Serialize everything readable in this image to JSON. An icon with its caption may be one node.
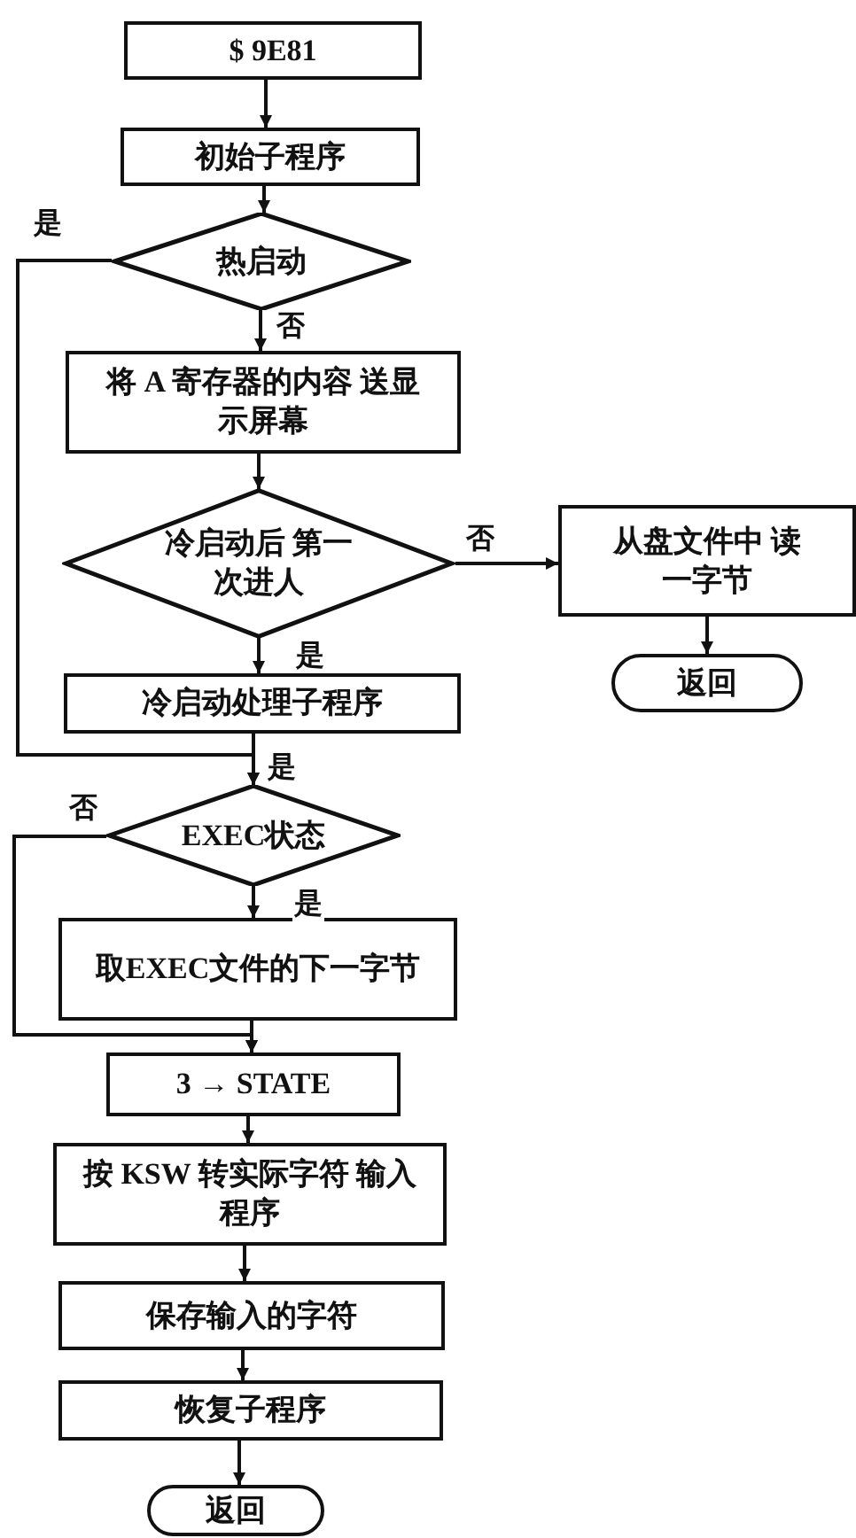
{
  "diagram": {
    "nodes": [
      {
        "text": [
          "$ 9E81"
        ]
      },
      {
        "text": [
          "初始子程序"
        ]
      },
      {
        "text": [
          "热启动"
        ]
      },
      {
        "text": [
          "将 A 寄存器的内容 送显示屏幕"
        ]
      },
      {
        "text": [
          "冷启动后 第一次进人"
        ]
      },
      {
        "text": [
          "从盘文件中 读一字节"
        ]
      },
      {
        "text": [
          "返回"
        ]
      },
      {
        "text": [
          "冷启动处理子程序"
        ]
      },
      {
        "text": [
          "EXEC状态"
        ]
      },
      {
        "text": [
          "取EXEC文件的下一字节"
        ]
      },
      {
        "text": [
          "3 → STATE"
        ]
      },
      {
        "text": [
          "按 KSW 转实际字符 输入程序"
        ]
      },
      {
        "text": [
          "保存输入的字符"
        ]
      },
      {
        "text": [
          "恢复子程序"
        ]
      },
      {
        "text": [
          "返回"
        ]
      }
    ],
    "edges": [
      {
        "from": 0,
        "to": 1,
        "arrow": "to"
      },
      {
        "from": 1,
        "to": 2,
        "arrow": "to"
      },
      {
        "from": 2,
        "to": 3,
        "arrow": "to",
        "label": "否"
      },
      {
        "from": 2,
        "to": 8,
        "arrow": "to",
        "label": "是"
      },
      {
        "from": 3,
        "to": 4,
        "arrow": "to"
      },
      {
        "from": 4,
        "to": 5,
        "arrow": "to",
        "label": "否"
      },
      {
        "from": 5,
        "to": 6,
        "arrow": "to"
      },
      {
        "from": 4,
        "to": 7,
        "arrow": "to",
        "label": "是"
      },
      {
        "from": 7,
        "to": 8,
        "arrow": "to"
      },
      {
        "from": 8,
        "to": 9,
        "arrow": "to",
        "label": "是"
      },
      {
        "from": 8,
        "to": 10,
        "arrow": "to",
        "label": "否"
      },
      {
        "from": 9,
        "to": 10,
        "arrow": "to"
      },
      {
        "from": 10,
        "to": 11,
        "arrow": "to"
      },
      {
        "from": 11,
        "to": 12,
        "arrow": "to"
      },
      {
        "from": 12,
        "to": 13,
        "arrow": "to"
      },
      {
        "from": 13,
        "to": 14,
        "arrow": "to"
      }
    ],
    "labels": [
      "是"
    ]
  }
}
